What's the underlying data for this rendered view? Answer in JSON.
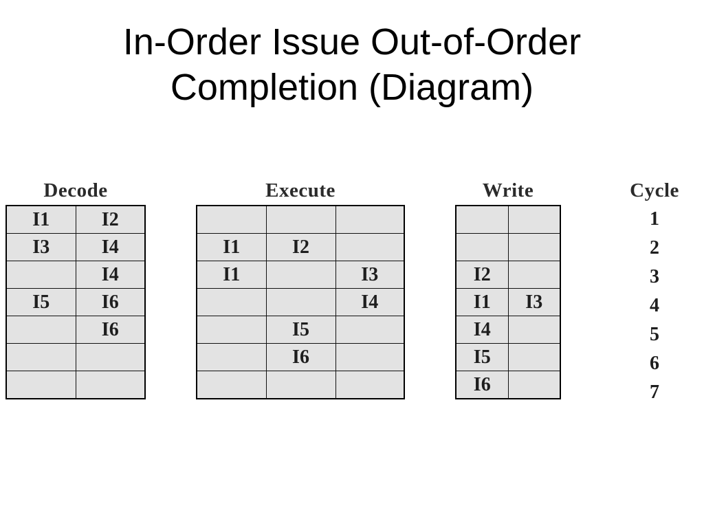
{
  "title": {
    "line1": "In-Order Issue Out-of-Order",
    "line2": "Completion (Diagram)"
  },
  "diagram": {
    "decode": {
      "header": "Decode",
      "rows": [
        [
          "I1",
          "I2"
        ],
        [
          "I3",
          "I4"
        ],
        [
          "",
          "I4"
        ],
        [
          "I5",
          "I6"
        ],
        [
          "",
          "I6"
        ],
        [
          "",
          ""
        ],
        [
          "",
          ""
        ]
      ]
    },
    "execute": {
      "header": "Execute",
      "rows": [
        [
          "",
          "",
          ""
        ],
        [
          "I1",
          "I2",
          ""
        ],
        [
          "I1",
          "",
          "I3"
        ],
        [
          "",
          "",
          "I4"
        ],
        [
          "",
          "I5",
          ""
        ],
        [
          "",
          "I6",
          ""
        ],
        [
          "",
          "",
          ""
        ]
      ]
    },
    "write": {
      "header": "Write",
      "rows": [
        [
          "",
          ""
        ],
        [
          "",
          ""
        ],
        [
          "I2",
          ""
        ],
        [
          "I1",
          "I3"
        ],
        [
          "I4",
          ""
        ],
        [
          "I5",
          ""
        ],
        [
          "I6",
          ""
        ]
      ]
    },
    "cycle": {
      "header": "Cycle",
      "values": [
        "1",
        "2",
        "3",
        "4",
        "5",
        "6",
        "7"
      ]
    }
  }
}
